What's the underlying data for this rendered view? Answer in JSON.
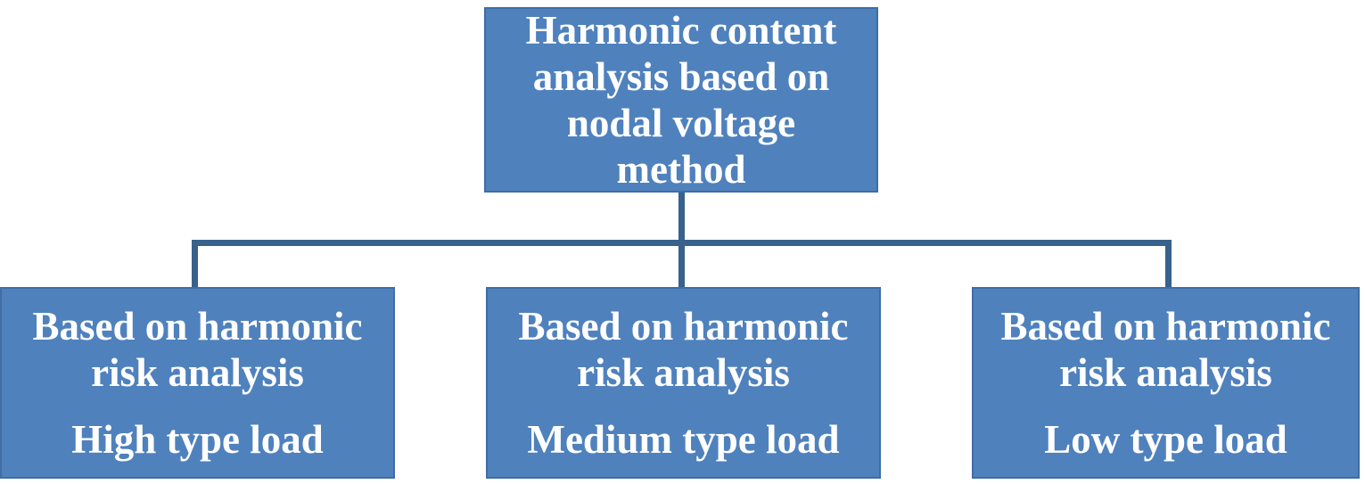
{
  "root_box": {
    "label": "Harmonic content\nanalysis based on\nnodal voltage\nmethod"
  },
  "child_boxes": [
    {
      "risk_label": "Based on harmonic\nrisk analysis",
      "load_label": "High type load"
    },
    {
      "risk_label": "Based on harmonic\nrisk analysis",
      "load_label": "Medium type load"
    },
    {
      "risk_label": "Based on harmonic\nrisk analysis",
      "load_label": "Low type load"
    }
  ],
  "colors": {
    "box_fill": "#4f81bd",
    "box_border": "#3f6da5",
    "connector": "#38618c",
    "text": "#ffffff"
  }
}
